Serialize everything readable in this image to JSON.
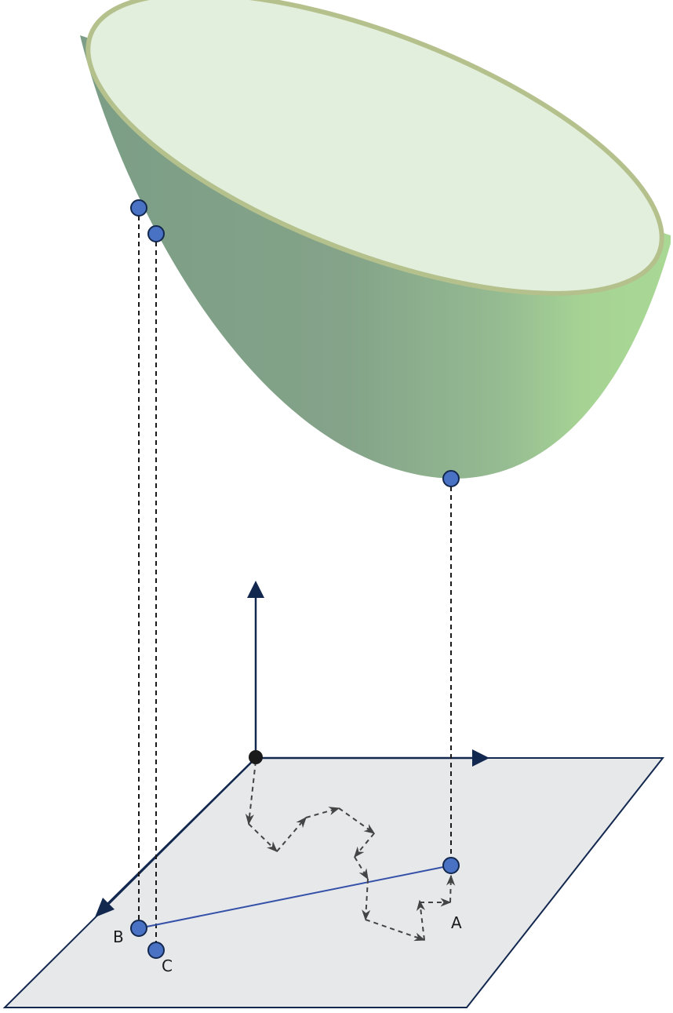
{
  "labels": {
    "point_a": "A",
    "point_b": "B",
    "point_c": "C"
  },
  "colors": {
    "bowl_rim_fill": "#e3efdd",
    "bowl_rim_stroke": "#b5c18c",
    "bowl_body_dark": "#7c9e86",
    "bowl_body_light": "#a8d595",
    "plane_fill": "#e7e8ea",
    "axis": "#13284f",
    "point_fill": "#4a72c4",
    "point_stroke": "#13284f",
    "origin": "#1a1a1a",
    "path_arrows": "#444444",
    "connector_line": "#3450a8"
  },
  "icons": {
    "vertical_axis": "arrowhead-up",
    "right_axis": "arrowhead-right",
    "diagonal_axis": "arrowhead-down-left"
  }
}
